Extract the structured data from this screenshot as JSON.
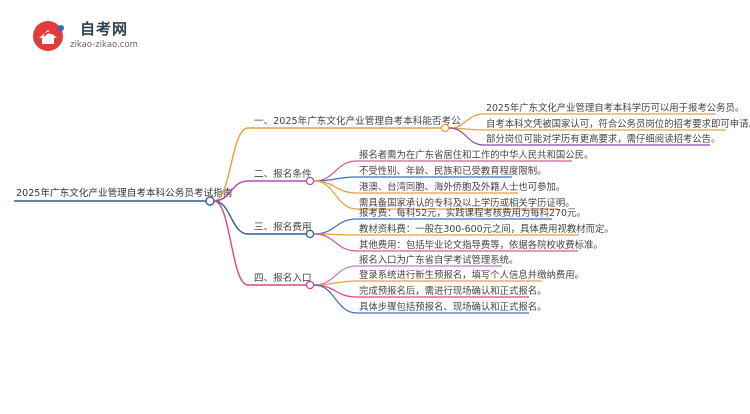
{
  "logo": {
    "name": "自考网",
    "url": "zikao-zikao.com"
  },
  "root": {
    "label": "2025年广东文化产业管理自考本科公务员考试指南"
  },
  "branches": [
    {
      "label": "一、2025年广东文化产业管理自考本科能否考公",
      "color": "#e8a03a",
      "leaves": [
        "2025年广东文化产业管理自考本科学历可以用于报考公务员。",
        "自考本科文凭被国家认可，符合公务员岗位的招考要求即可申请。",
        "部分岗位可能对学历有更高要求，需仔细阅读招考公告。"
      ]
    },
    {
      "label": "二、报名条件",
      "color": "#b14fb0",
      "leaves": [
        "报名者需为在广东省居住和工作的中华人民共和国公民。",
        "不受性别、年龄、民族和已受教育程度限制。",
        "港澳、台湾同胞、海外侨胞及外籍人士也可参加。",
        "需具备国家承认的专科及以上学历或相关学历证明。"
      ]
    },
    {
      "label": "三、报名费用",
      "color": "#2f5f93",
      "leaves": [
        "报考费：每科52元，实践课程考核费用为每科270元。",
        "教材资料费：一般在300-600元之间，具体费用视教材而定。",
        "其他费用：包括毕业论文指导费等，依据各院校收费标准。"
      ]
    },
    {
      "label": "四、报名入口",
      "color": "#e0457b",
      "leaves": [
        "报名入口为广东省自学考试管理系统。",
        "登录系统进行新生预报名，填写个人信息并缴纳费用。",
        "完成预报名后，需进行现场确认和正式报名。",
        "具体步骤包括预报名、现场确认和正式报名。"
      ]
    }
  ],
  "leaf_colors": {
    "0": [
      "#e8a03a",
      "#e8a03a",
      "#8e44ad"
    ],
    "1": [
      "#d65a9b",
      "#3b6fc4",
      "#e8a03a",
      "#e8a03a"
    ],
    "2": [
      "#3b6fc4",
      "#e8a03a",
      "#d65a9b"
    ],
    "3": [
      "#c678c9",
      "#e8a03a",
      "#e0457b",
      "#3b6fc4"
    ]
  }
}
